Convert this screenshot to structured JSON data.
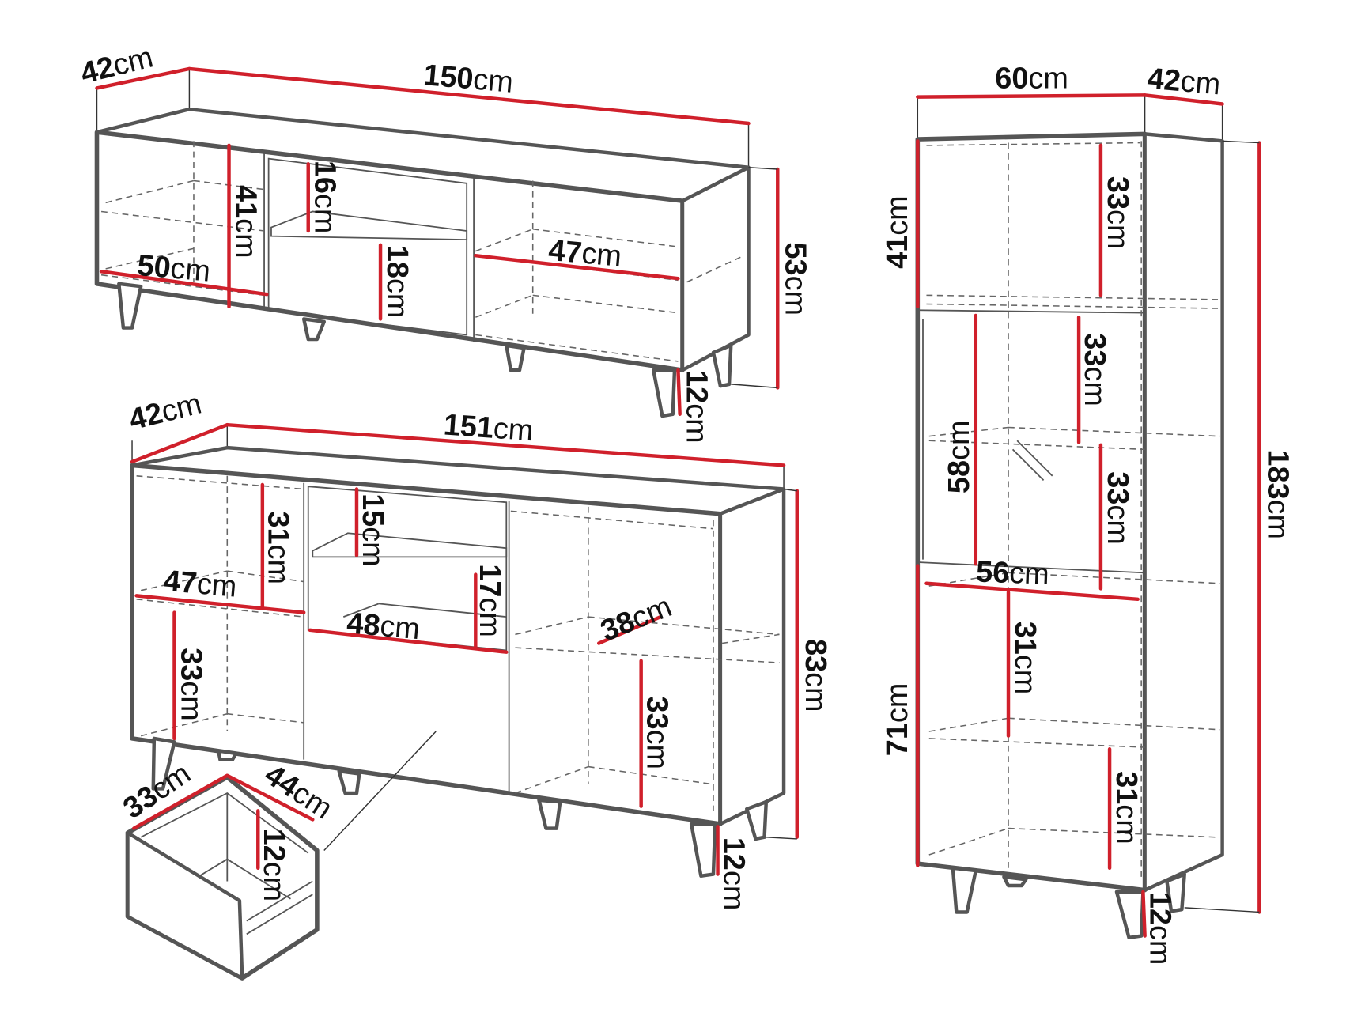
{
  "accent_color": "#d0202b",
  "units": "cm",
  "tv_cabinet": {
    "depth": {
      "value": "42",
      "unit": "cm"
    },
    "width": {
      "value": "150",
      "unit": "cm"
    },
    "height": {
      "value": "53",
      "unit": "cm"
    },
    "leg_height": {
      "value": "12",
      "unit": "cm"
    },
    "left_compartment_height": {
      "value": "41",
      "unit": "cm"
    },
    "left_compartment_width": {
      "value": "50",
      "unit": "cm"
    },
    "middle_upper_height": {
      "value": "16",
      "unit": "cm"
    },
    "middle_lower_height": {
      "value": "18",
      "unit": "cm"
    },
    "right_compartment_width": {
      "value": "47",
      "unit": "cm"
    }
  },
  "sideboard": {
    "depth": {
      "value": "42",
      "unit": "cm"
    },
    "width": {
      "value": "151",
      "unit": "cm"
    },
    "height": {
      "value": "83",
      "unit": "cm"
    },
    "leg_height": {
      "value": "12",
      "unit": "cm"
    },
    "left_upper_height": {
      "value": "31",
      "unit": "cm"
    },
    "left_width": {
      "value": "47",
      "unit": "cm"
    },
    "left_lower_height": {
      "value": "33",
      "unit": "cm"
    },
    "middle_upper_height": {
      "value": "15",
      "unit": "cm"
    },
    "middle_lower_height": {
      "value": "17",
      "unit": "cm"
    },
    "middle_width": {
      "value": "48",
      "unit": "cm"
    },
    "right_shelf_depth": {
      "value": "38",
      "unit": "cm"
    },
    "right_lower_height": {
      "value": "33",
      "unit": "cm"
    }
  },
  "drawer": {
    "depth": {
      "value": "33",
      "unit": "cm"
    },
    "width": {
      "value": "44",
      "unit": "cm"
    },
    "height": {
      "value": "12",
      "unit": "cm"
    }
  },
  "tall_cabinet": {
    "width": {
      "value": "60",
      "unit": "cm"
    },
    "depth": {
      "value": "42",
      "unit": "cm"
    },
    "height": {
      "value": "183",
      "unit": "cm"
    },
    "top_section_height": {
      "value": "41",
      "unit": "cm"
    },
    "top_inner_height": {
      "value": "33",
      "unit": "cm"
    },
    "glass_section_height": {
      "value": "58",
      "unit": "cm"
    },
    "glass_upper_shelf": {
      "value": "33",
      "unit": "cm"
    },
    "glass_lower_shelf": {
      "value": "33",
      "unit": "cm"
    },
    "inner_width": {
      "value": "56",
      "unit": "cm"
    },
    "bottom_section_height": {
      "value": "71",
      "unit": "cm"
    },
    "bottom_upper_shelf": {
      "value": "31",
      "unit": "cm"
    },
    "bottom_lower_shelf": {
      "value": "31",
      "unit": "cm"
    },
    "leg_height": {
      "value": "12",
      "unit": "cm"
    }
  }
}
